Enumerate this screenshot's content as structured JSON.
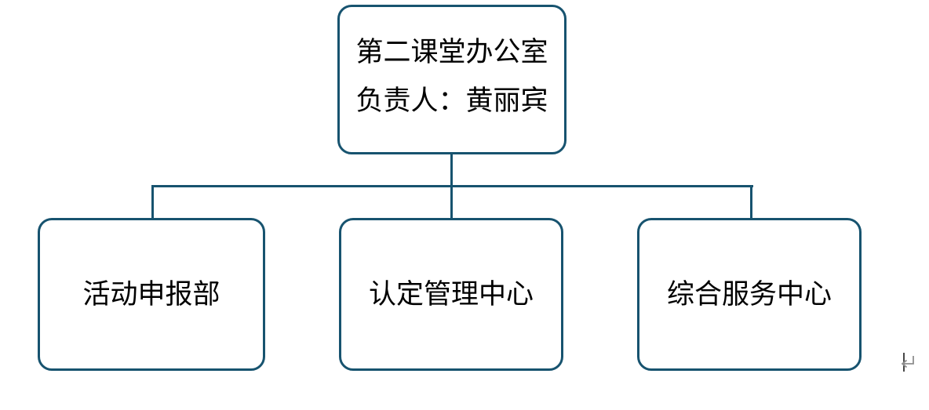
{
  "diagram": {
    "line_color": "#17536F",
    "text_color": "#000000",
    "root": {
      "line1": "第二课堂办公室",
      "line2": "负责人：黄丽宾"
    },
    "children": [
      {
        "label": "活动申报部"
      },
      {
        "label": "认定管理中心"
      },
      {
        "label": "综合服务中心"
      }
    ]
  },
  "icons": {
    "paragraph_mark": "↵"
  }
}
